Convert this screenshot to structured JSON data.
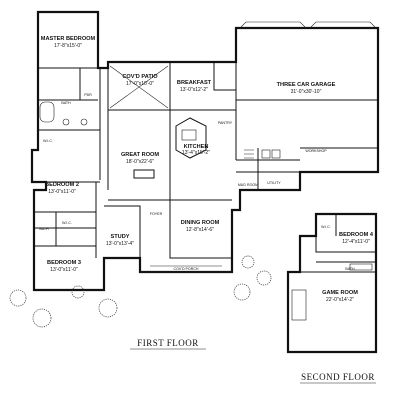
{
  "first_floor": {
    "caption": "FIRST FLOOR",
    "rooms": {
      "master_bedroom": {
        "name": "MASTER BEDROOM",
        "dims": "17'-8\"x15'-0\""
      },
      "covd_patio": {
        "name": "COV'D PATIO",
        "dims": "17'-0\"x10'-0\""
      },
      "breakfast": {
        "name": "BREAKFAST",
        "dims": "13'-0\"x12'-2\""
      },
      "garage": {
        "name": "THREE CAR GARAGE",
        "dims": "31'-0\"x30'-10\""
      },
      "bath": {
        "name": "BATH"
      },
      "wic": {
        "name": "W.I.C."
      },
      "great_room": {
        "name": "GREAT ROOM",
        "dims": "18'-0\"x22'-6\""
      },
      "kitchen": {
        "name": "KITCHEN",
        "dims": "13'-4\"x15'-2\""
      },
      "bedroom2": {
        "name": "BEDROOM 2",
        "dims": "13'-0\"x11'-0\""
      },
      "mud_room": {
        "name": "MUD ROOM"
      },
      "utility": {
        "name": "UTILITY"
      },
      "foyer": {
        "name": "FOYER"
      },
      "dining": {
        "name": "DINING ROOM",
        "dims": "12'-8\"x14'-6\""
      },
      "study": {
        "name": "STUDY",
        "dims": "13'-0\"x13'-4\""
      },
      "bedroom3": {
        "name": "BEDROOM 3",
        "dims": "13'-0\"x11'-0\""
      },
      "covd_porch": {
        "name": "COV'D PORCH"
      },
      "pantry": {
        "name": "PANTRY"
      },
      "workshop": {
        "name": "WORKSHOP"
      },
      "wic2": {
        "name": "W.I.C."
      },
      "bath2": {
        "name": "BATH"
      },
      "pdr": {
        "name": "PDR"
      }
    }
  },
  "second_floor": {
    "caption": "SECOND FLOOR",
    "rooms": {
      "bedroom4": {
        "name": "BEDROOM 4",
        "dims": "12'-4\"x11'-0\""
      },
      "bath": {
        "name": "BATH"
      },
      "game_room": {
        "name": "GAME ROOM",
        "dims": "22'-0\"x14'-2\""
      },
      "wic": {
        "name": "W.I.C."
      }
    }
  }
}
